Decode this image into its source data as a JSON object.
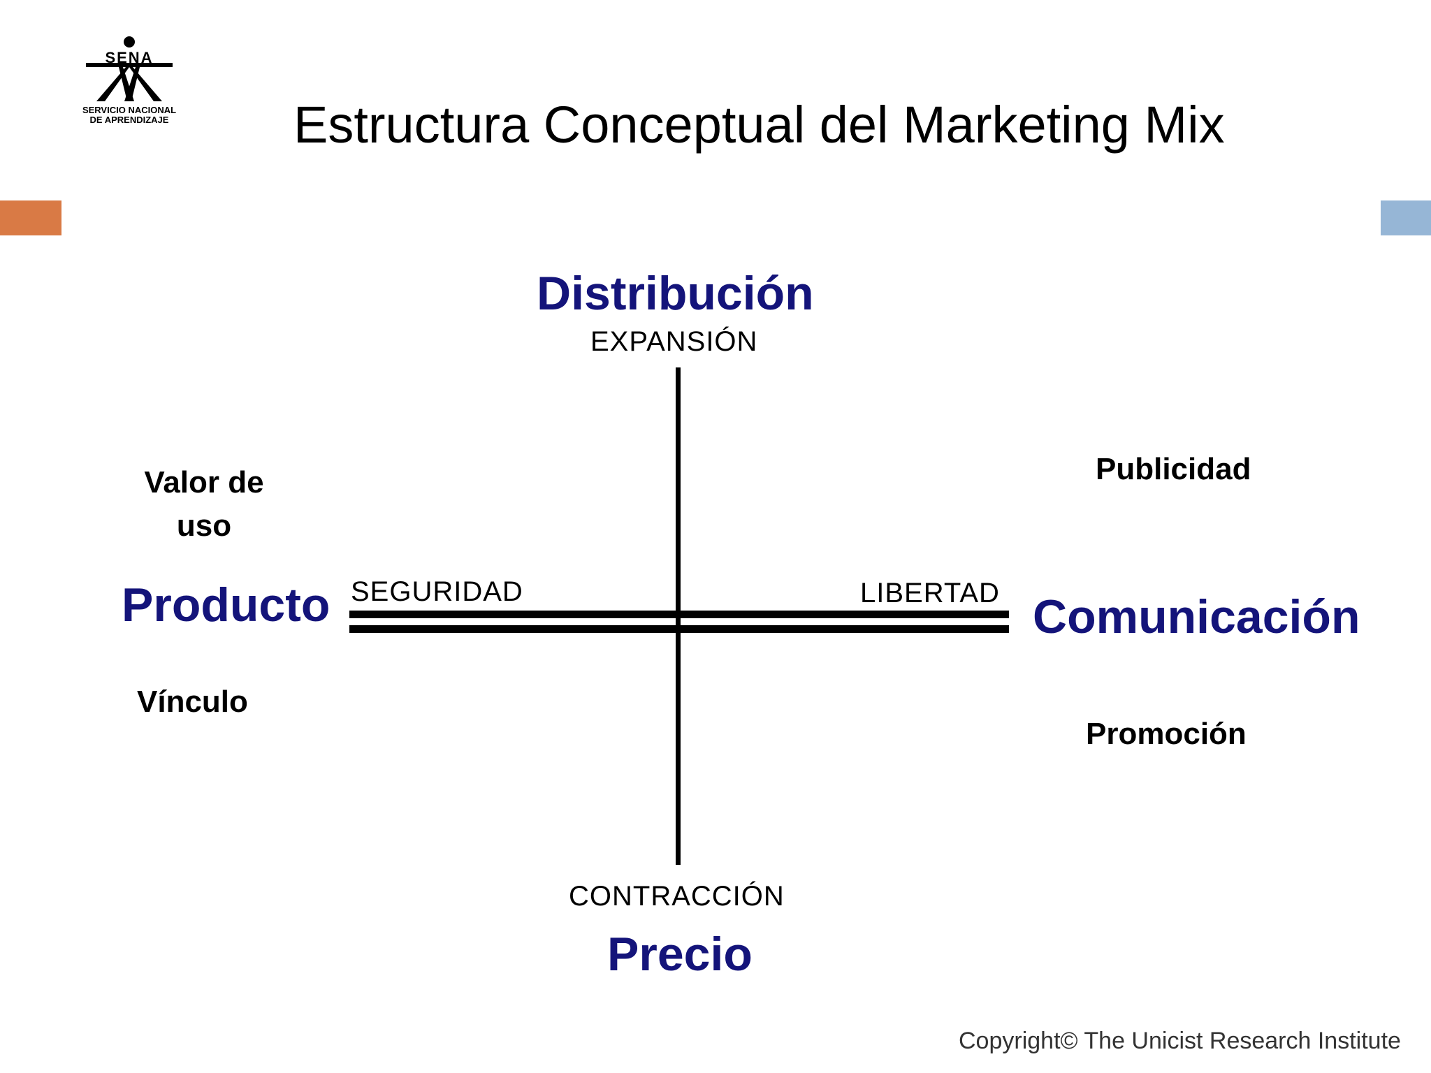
{
  "logo": {
    "word": "SENA",
    "line1": "SERVICIO NACIONAL",
    "line2": "DE APRENDIZAJE"
  },
  "title": "Estructura Conceptual del Marketing Mix",
  "colors": {
    "accent_left": "#d97a45",
    "accent_right": "#96b6d6",
    "main_label": "#14147a",
    "axis": "#000000"
  },
  "diagram": {
    "top": {
      "label": "Distribución",
      "sub": "EXPANSIÓN"
    },
    "bottom": {
      "label": "Precio",
      "sub": "CONTRACCIÓN"
    },
    "left": {
      "label": "Producto",
      "sub": "SEGURIDAD"
    },
    "right": {
      "label": "Comunicación",
      "sub": "LIBERTAD"
    },
    "left_top_lines": [
      "Valor de",
      "uso"
    ],
    "left_bottom": "Vínculo",
    "right_top": "Publicidad",
    "right_bottom": "Promoción"
  },
  "copyright": "Copyright© The Unicist Research Institute"
}
